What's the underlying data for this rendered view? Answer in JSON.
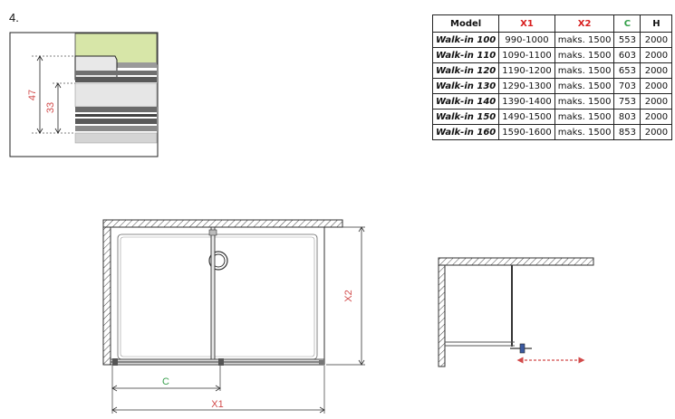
{
  "step_label": "4.",
  "detail": {
    "dim_outer": "47",
    "dim_inner": "33",
    "colors": {
      "green_panel": "#d7e6a8",
      "dimension": "#d24a4a"
    }
  },
  "table": {
    "headers": [
      "Model",
      "X1",
      "X2",
      "C",
      "H"
    ],
    "header_colors": [
      "#111111",
      "#d81e1e",
      "#d81e1e",
      "#35a04a",
      "#111111"
    ],
    "rows": [
      [
        "Walk-in 100",
        "990-1000",
        "maks. 1500",
        "553",
        "2000"
      ],
      [
        "Walk-in 110",
        "1090-1100",
        "maks. 1500",
        "603",
        "2000"
      ],
      [
        "Walk-in 120",
        "1190-1200",
        "maks. 1500",
        "653",
        "2000"
      ],
      [
        "Walk-in 130",
        "1290-1300",
        "maks. 1500",
        "703",
        "2000"
      ],
      [
        "Walk-in 140",
        "1390-1400",
        "maks. 1500",
        "753",
        "2000"
      ],
      [
        "Walk-in 150",
        "1490-1500",
        "maks. 1500",
        "803",
        "2000"
      ],
      [
        "Walk-in 160",
        "1590-1600",
        "maks. 1500",
        "853",
        "2000"
      ]
    ]
  },
  "plan": {
    "dim_x1": "X1",
    "dim_x2": "X2",
    "dim_c": "C",
    "colors": {
      "red": "#d24a4a",
      "green": "#3aa04e",
      "wall": "#333333"
    }
  }
}
